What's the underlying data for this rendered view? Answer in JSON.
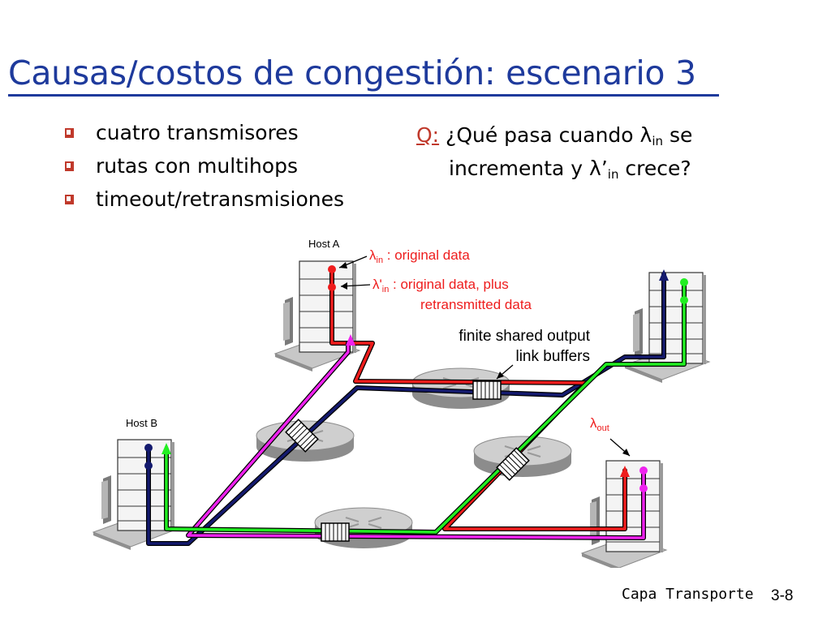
{
  "slide": {
    "title": "Causas/costos de congestión: escenario 3",
    "bullets": [
      {
        "text": "cuatro transmisores"
      },
      {
        "text": "rutas con multihops"
      },
      {
        "text": "timeout/retransmisiones"
      }
    ],
    "question": {
      "q_label": "Q:",
      "part1": " ¿Qué pasa cuando λ",
      "sub1": "in",
      "part2": " se",
      "part3": "incrementa y λ’",
      "sub2": "in",
      "part4": " crece?"
    }
  },
  "diagram": {
    "host_a": "Host A",
    "host_b": "Host B",
    "lambda_in_sym": "λ",
    "lambda_in_sub": "in",
    "lambda_in_text": " : original data",
    "lambda_prime_sym": "λ'",
    "lambda_prime_sub": "in",
    "lambda_prime_text1": " : original data, plus",
    "lambda_prime_text2": "retransmitted data",
    "buffers_line1": "finite shared output",
    "buffers_line2": "link buffers",
    "lambda_out_sym": "λ",
    "lambda_out_sub": "out"
  },
  "footer": {
    "label": "Capa Transporte",
    "page": "3-8"
  },
  "colors": {
    "title": "#1e3a9c",
    "red": "#ee1c1c",
    "blue": "#141a6e",
    "green": "#22ee22",
    "magenta": "#ee22ee",
    "bullet": "#c0392b"
  }
}
